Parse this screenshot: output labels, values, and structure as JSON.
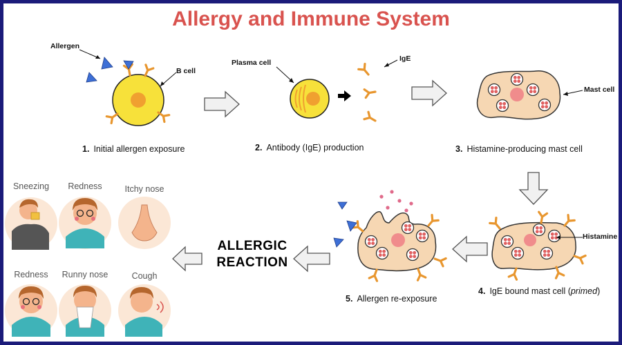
{
  "title": "Allergy and Immune System",
  "labels": {
    "allergen": "Allergen",
    "b_cell": "B cell",
    "plasma_cell": "Plasma cell",
    "ige": "IgE",
    "mast_cell": "Mast cell",
    "histamine": "Histamine"
  },
  "steps": [
    {
      "number": "1.",
      "text": "Initial allergen exposure"
    },
    {
      "number": "2.",
      "text": "Antibody (IgE) production"
    },
    {
      "number": "3.",
      "text": "Histamine-producing mast cell"
    },
    {
      "number": "4.",
      "text": "IgE bound mast cell (",
      "italic": "primed",
      "suffix": ")"
    },
    {
      "number": "5.",
      "text": "Allergen re-exposure"
    }
  ],
  "reaction": {
    "line1": "ALLERGIC",
    "line2": "REACTION"
  },
  "symptoms": [
    "Sneezing",
    "Redness",
    "Itchy nose",
    "Redness",
    "Runny nose",
    "Cough"
  ],
  "colors": {
    "title": "#d9534f",
    "frame": "#1b1b7a",
    "cell_yellow": "#f7e13a",
    "nucleus_orange": "#f0a030",
    "antibody": "#e8962e",
    "mast_body": "#f6d7b3",
    "granule_red": "#e06060",
    "allergen_blue": "#3d6fd6",
    "symptom_bg": "#fbe7d6"
  }
}
